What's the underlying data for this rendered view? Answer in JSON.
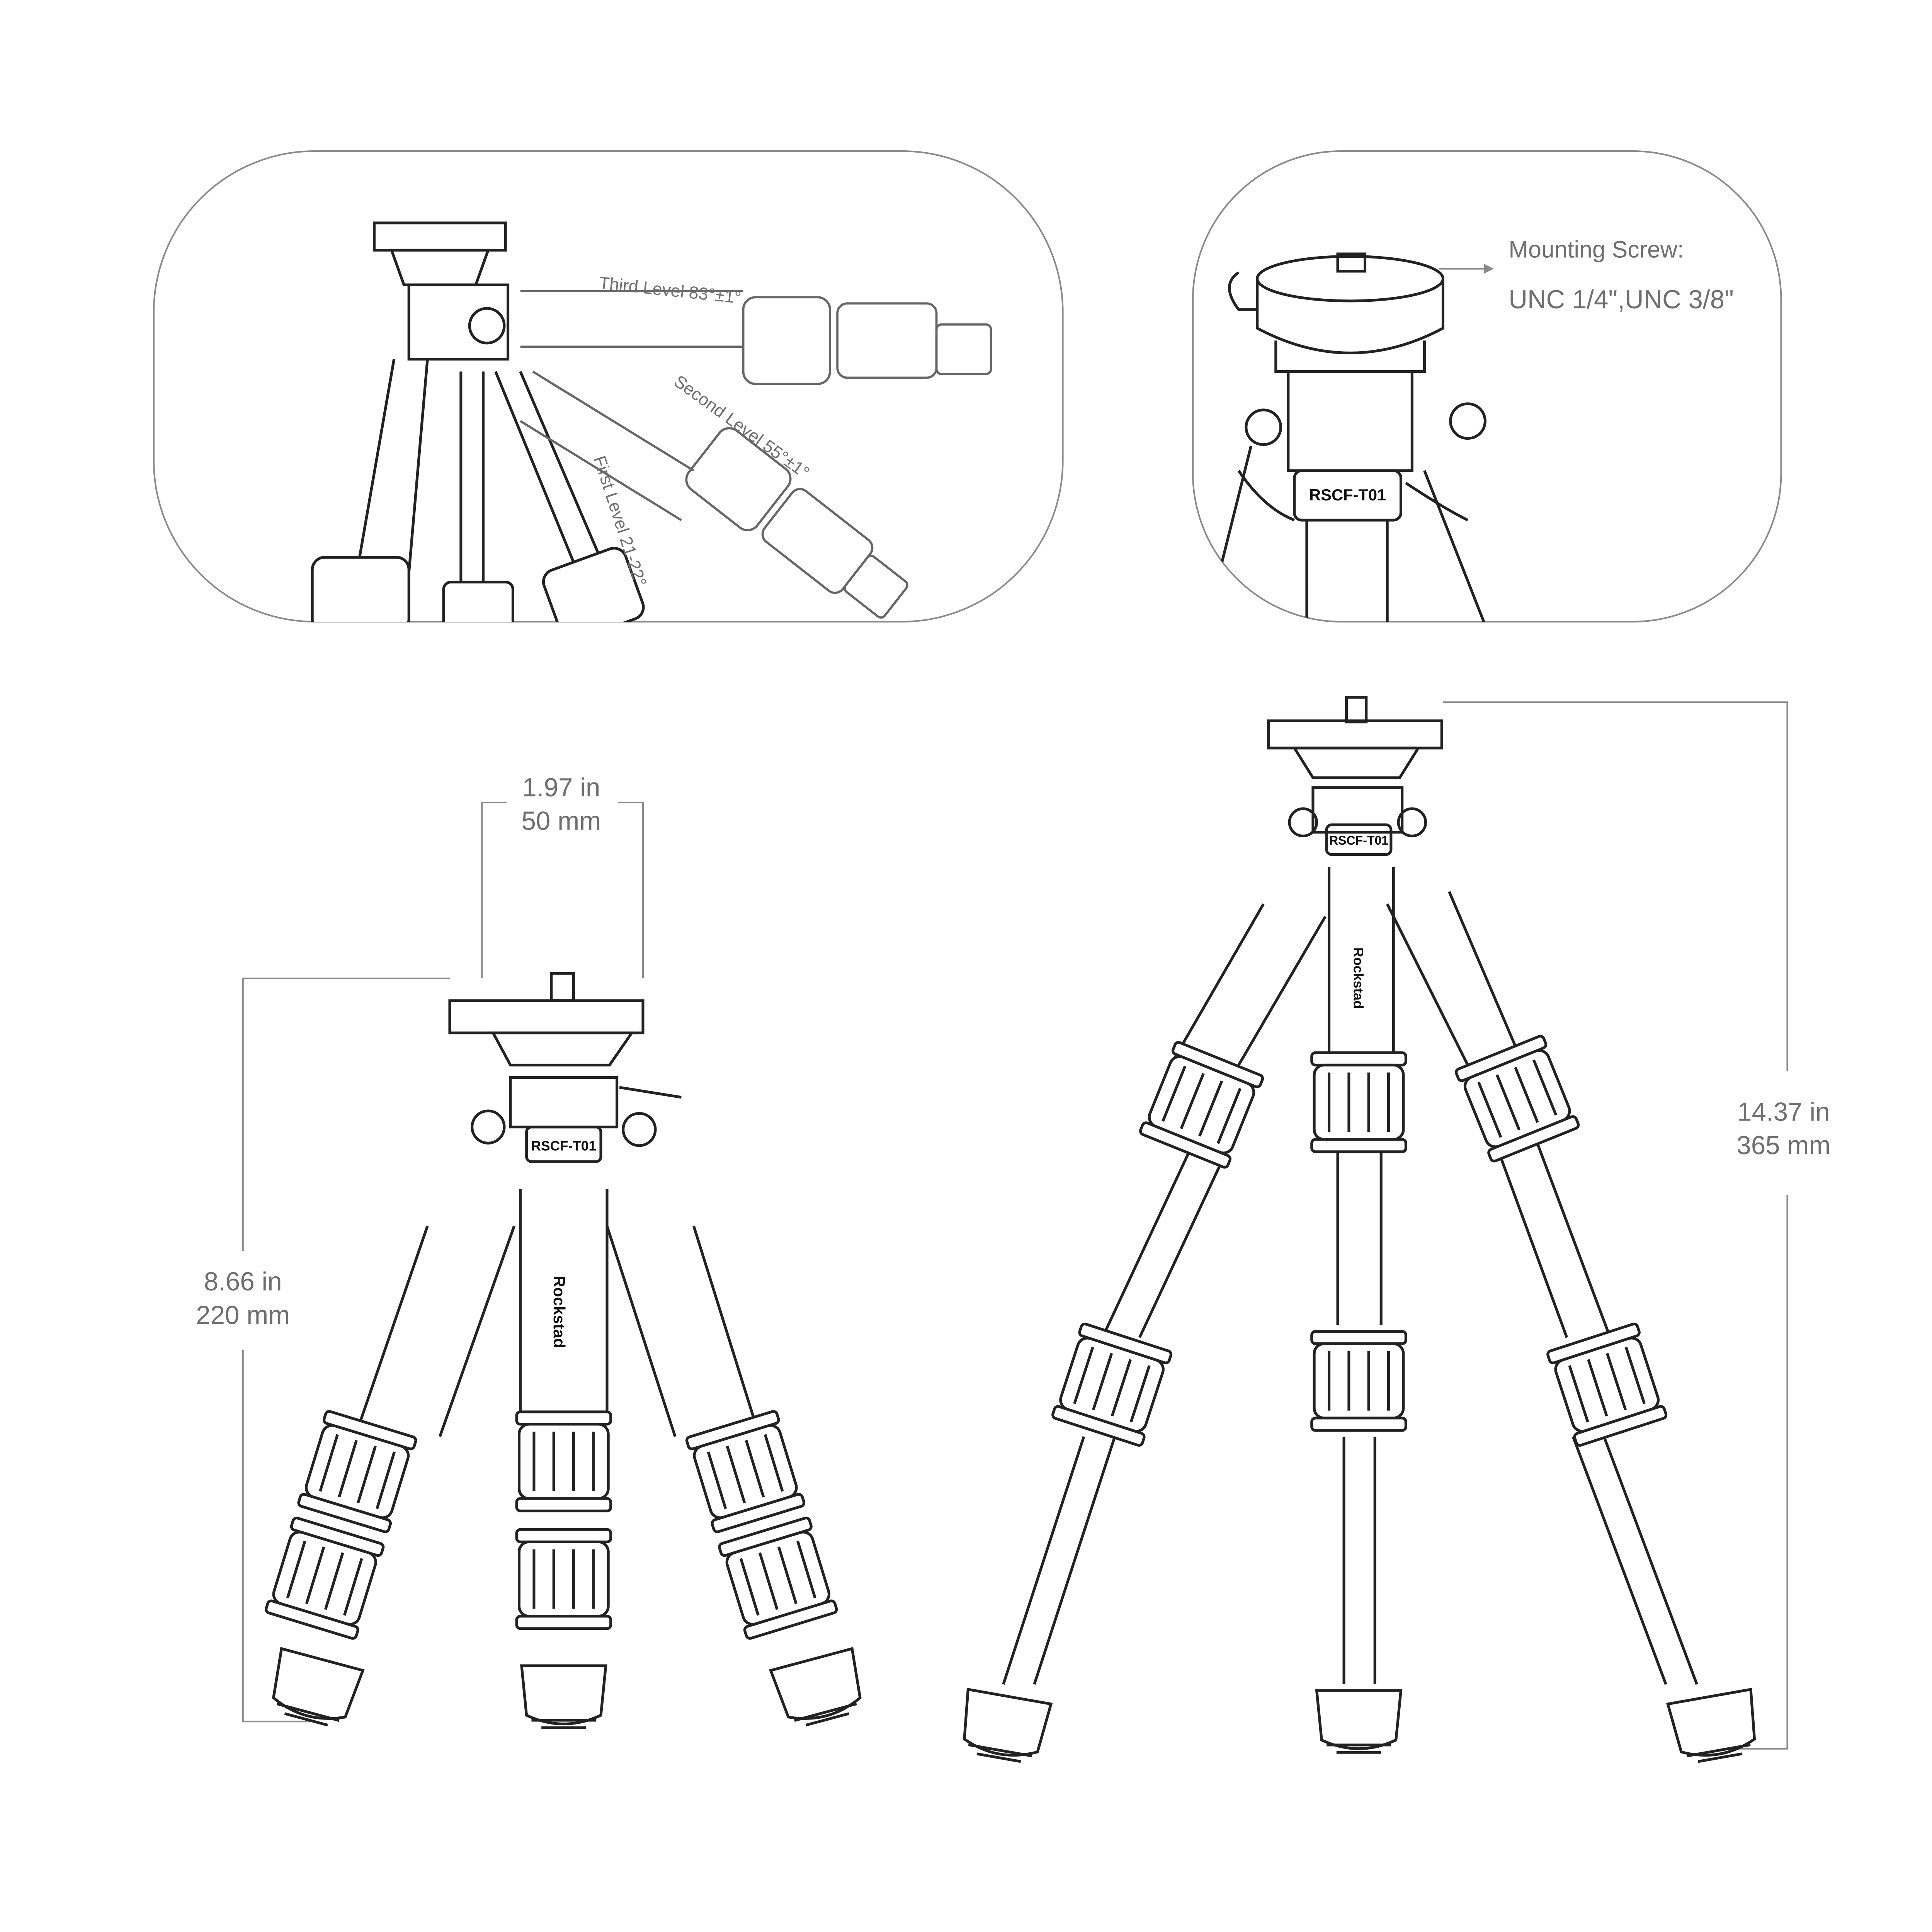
{
  "angle_panel": {
    "third_level": "Third Level 83°±1°",
    "second_level": "Second Level 55°±1°",
    "first_level": "First Level 21-22°"
  },
  "screw_panel": {
    "mounting_label": "Mounting Screw:",
    "thread_spec": "UNC 1/4\",UNC 3/8\"",
    "model_tag": "RSCF-T01"
  },
  "folded_tripod": {
    "width_in": "1.97 in",
    "width_mm": "50 mm",
    "height_in": "8.66 in",
    "height_mm": "220 mm",
    "model_tag": "RSCF-T01",
    "brand": "Rockstad"
  },
  "extended_tripod": {
    "height_in": "14.37 in",
    "height_mm": "365 mm",
    "model_tag": "RSCF-T01",
    "brand": "Rockstad"
  },
  "colors": {
    "line": "#222222",
    "label": "#6e6e6e",
    "panel_border": "#8a8a8a"
  }
}
